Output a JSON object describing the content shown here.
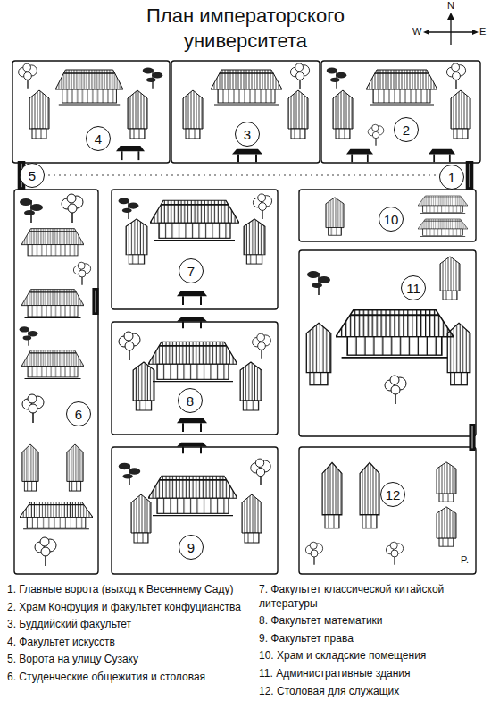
{
  "diagram": {
    "title": "План императорского университета",
    "nodes": [
      {
        "text": [
          "4"
        ]
      },
      {
        "text": [
          "3"
        ]
      },
      {
        "text": [
          "2"
        ]
      },
      {
        "text": [
          "5"
        ]
      },
      {
        "text": [
          "1"
        ]
      },
      {
        "text": [
          "10"
        ]
      },
      {
        "text": [
          "7"
        ]
      },
      {
        "text": [
          "11"
        ]
      },
      {
        "text": [
          "8"
        ]
      },
      {
        "text": [
          "6"
        ]
      },
      {
        "text": [
          "12"
        ]
      },
      {
        "text": [
          "9"
        ]
      }
    ],
    "labels": [
      "N",
      "W",
      "E",
      "P.",
      "1. Главные ворота (выход к Весеннему Саду)",
      "2. Храм Конфуция и факультет конфуцианства",
      "3. Буддийский факультет",
      "4. Факультет искусств",
      "5. Ворота на улицу Сузаку",
      "6. Студенческие общежития и столовая",
      "7. Факультет классической китайской литературы",
      "8. Факультет математики",
      "9. Факультет права",
      "10. Храм и складские помещения",
      "11. Административные здания",
      "12. Столовая для служащих"
    ]
  }
}
